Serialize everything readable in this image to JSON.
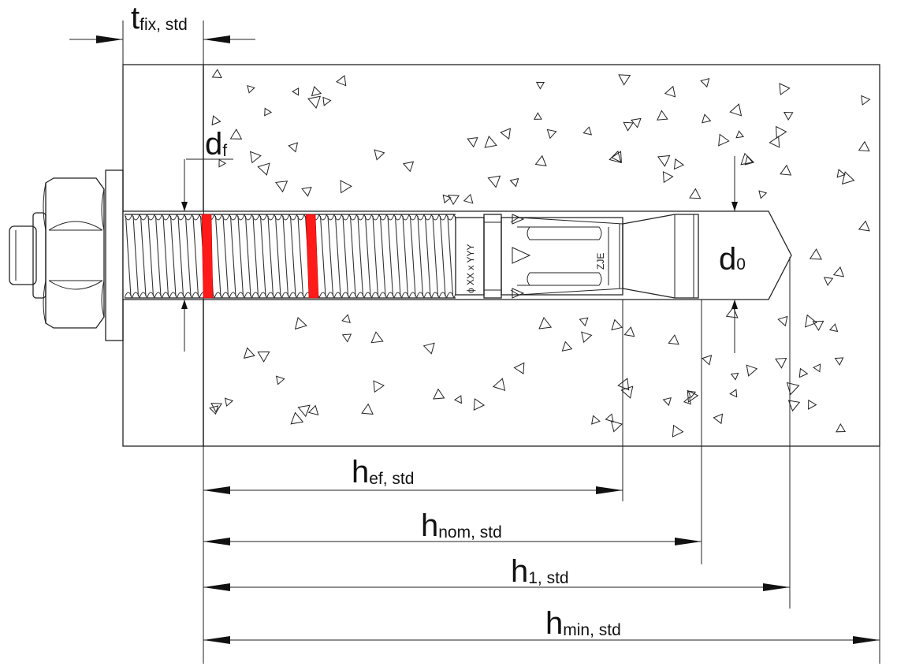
{
  "labels": {
    "t_fix": {
      "main": "t",
      "sub": "fix, std"
    },
    "d_f": {
      "main": "d",
      "sub": "f"
    },
    "d_0": {
      "main": "d",
      "sub": "0"
    },
    "h_ef": {
      "main": "h",
      "sub": "ef, std"
    },
    "h_nom": {
      "main": "h",
      "sub": "nom, std"
    },
    "h_1": {
      "main": "h",
      "sub": "1, std"
    },
    "h_min": {
      "main": "h",
      "sub": "min, std"
    }
  },
  "anchor_marks": {
    "size_marking": "ϕ XX x YYY",
    "brand_marking": "ZJE"
  },
  "colors": {
    "line": "#222222",
    "marking_band": "#ff1a1a",
    "background": "#ffffff"
  }
}
